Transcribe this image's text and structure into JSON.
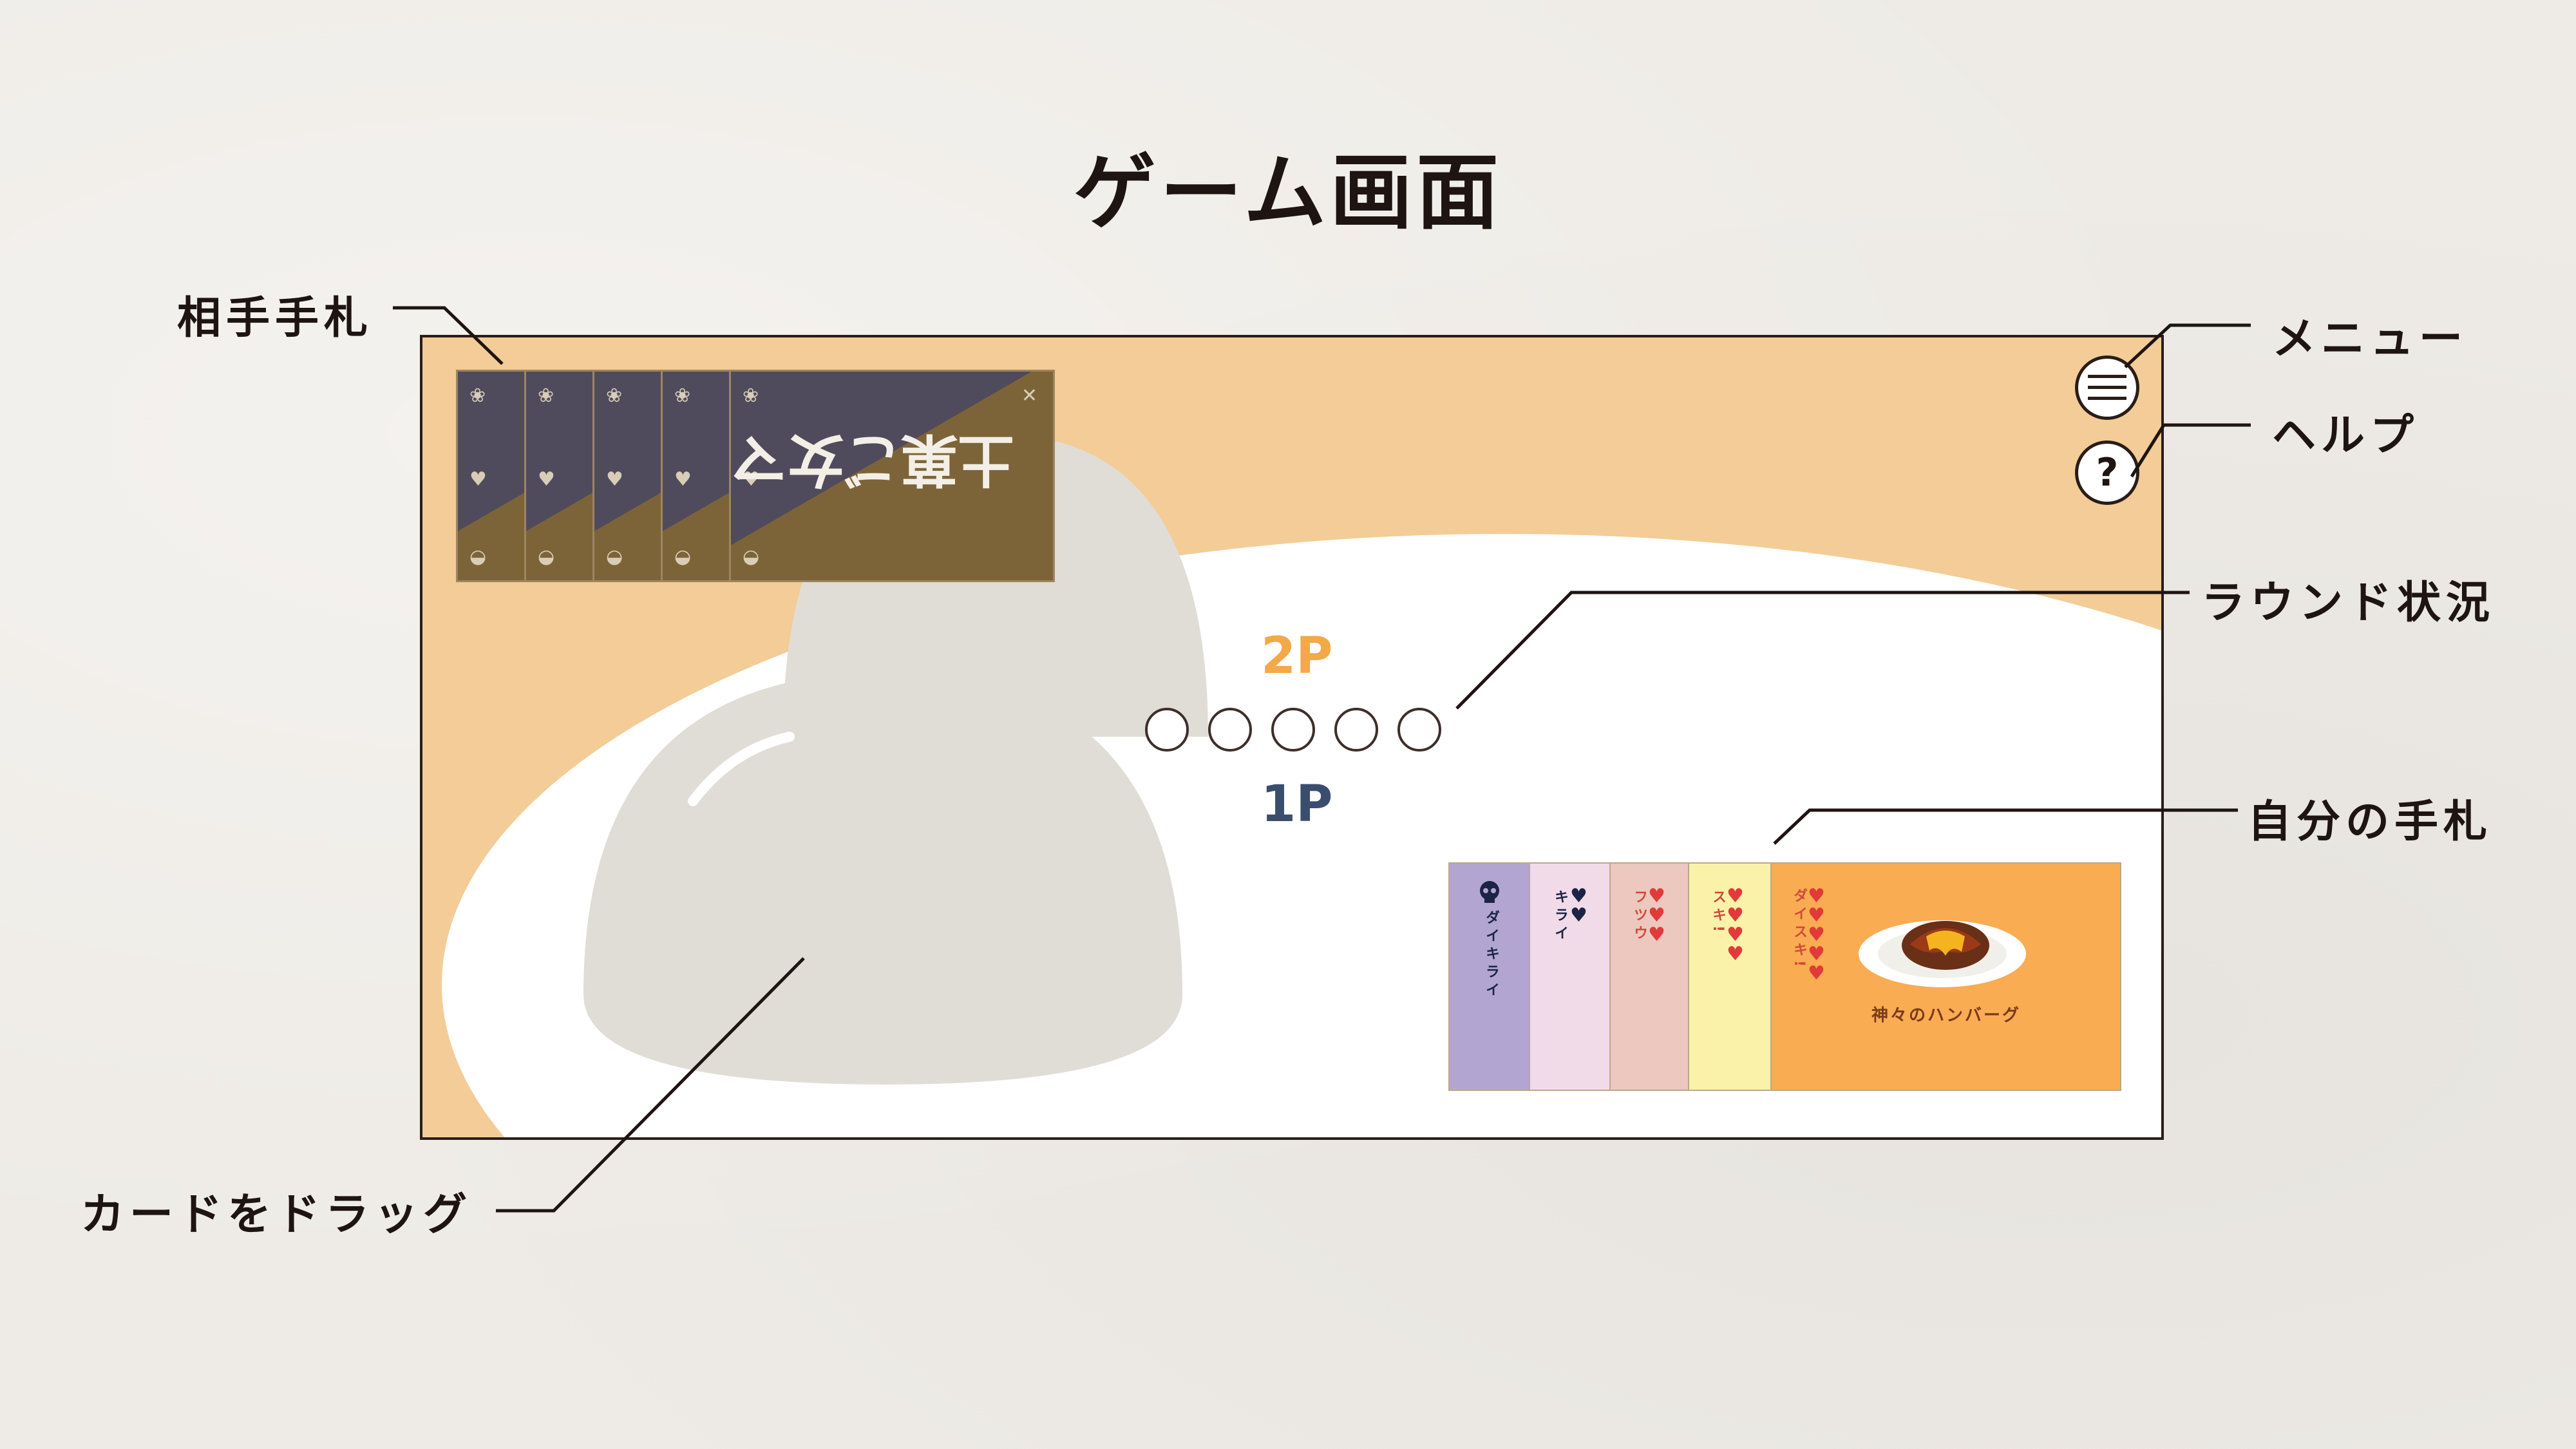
{
  "page": {
    "title": "ゲーム画面"
  },
  "callouts": {
    "opponent_hand": "相手手札",
    "menu": "メニュー",
    "help": "ヘルプ",
    "round_status": "ラウンド状況",
    "my_hand": "自分の手札",
    "drag_card": "カードをドラッグ"
  },
  "game": {
    "player2_label": "2P",
    "player1_label": "1P",
    "round_marks": [
      "○",
      "○",
      "○",
      "○",
      "○"
    ],
    "help_symbol": "?",
    "opponent_card_cover": "土菓ご女マ",
    "my_hand": [
      {
        "label": "ダイキライ",
        "icon": "skull-icon",
        "hearts": 0,
        "color": "#b3a5d1",
        "text": ""
      },
      {
        "label": "キライ",
        "hearts": 2,
        "heart_color": "#1c2445",
        "color": "#f2dbe8",
        "text": ""
      },
      {
        "label": "フツウ",
        "hearts": 3,
        "heart_color": "#e23a3a",
        "color": "#ecc8bf",
        "text": ""
      },
      {
        "label": "スキ!",
        "hearts": 4,
        "heart_color": "#e23a3a",
        "color": "#fbf2aa",
        "text": ""
      },
      {
        "label": "ダイスキ!",
        "hearts": 5,
        "heart_color": "#e23a3a",
        "color": "#f9ac52",
        "title": "神々のハンバーグ",
        "text": ""
      }
    ]
  },
  "colors": {
    "screen_bg": "#f3cc97",
    "dome": "#e0ddd6",
    "player2": "#f3a947",
    "player1": "#3b4d6e"
  }
}
